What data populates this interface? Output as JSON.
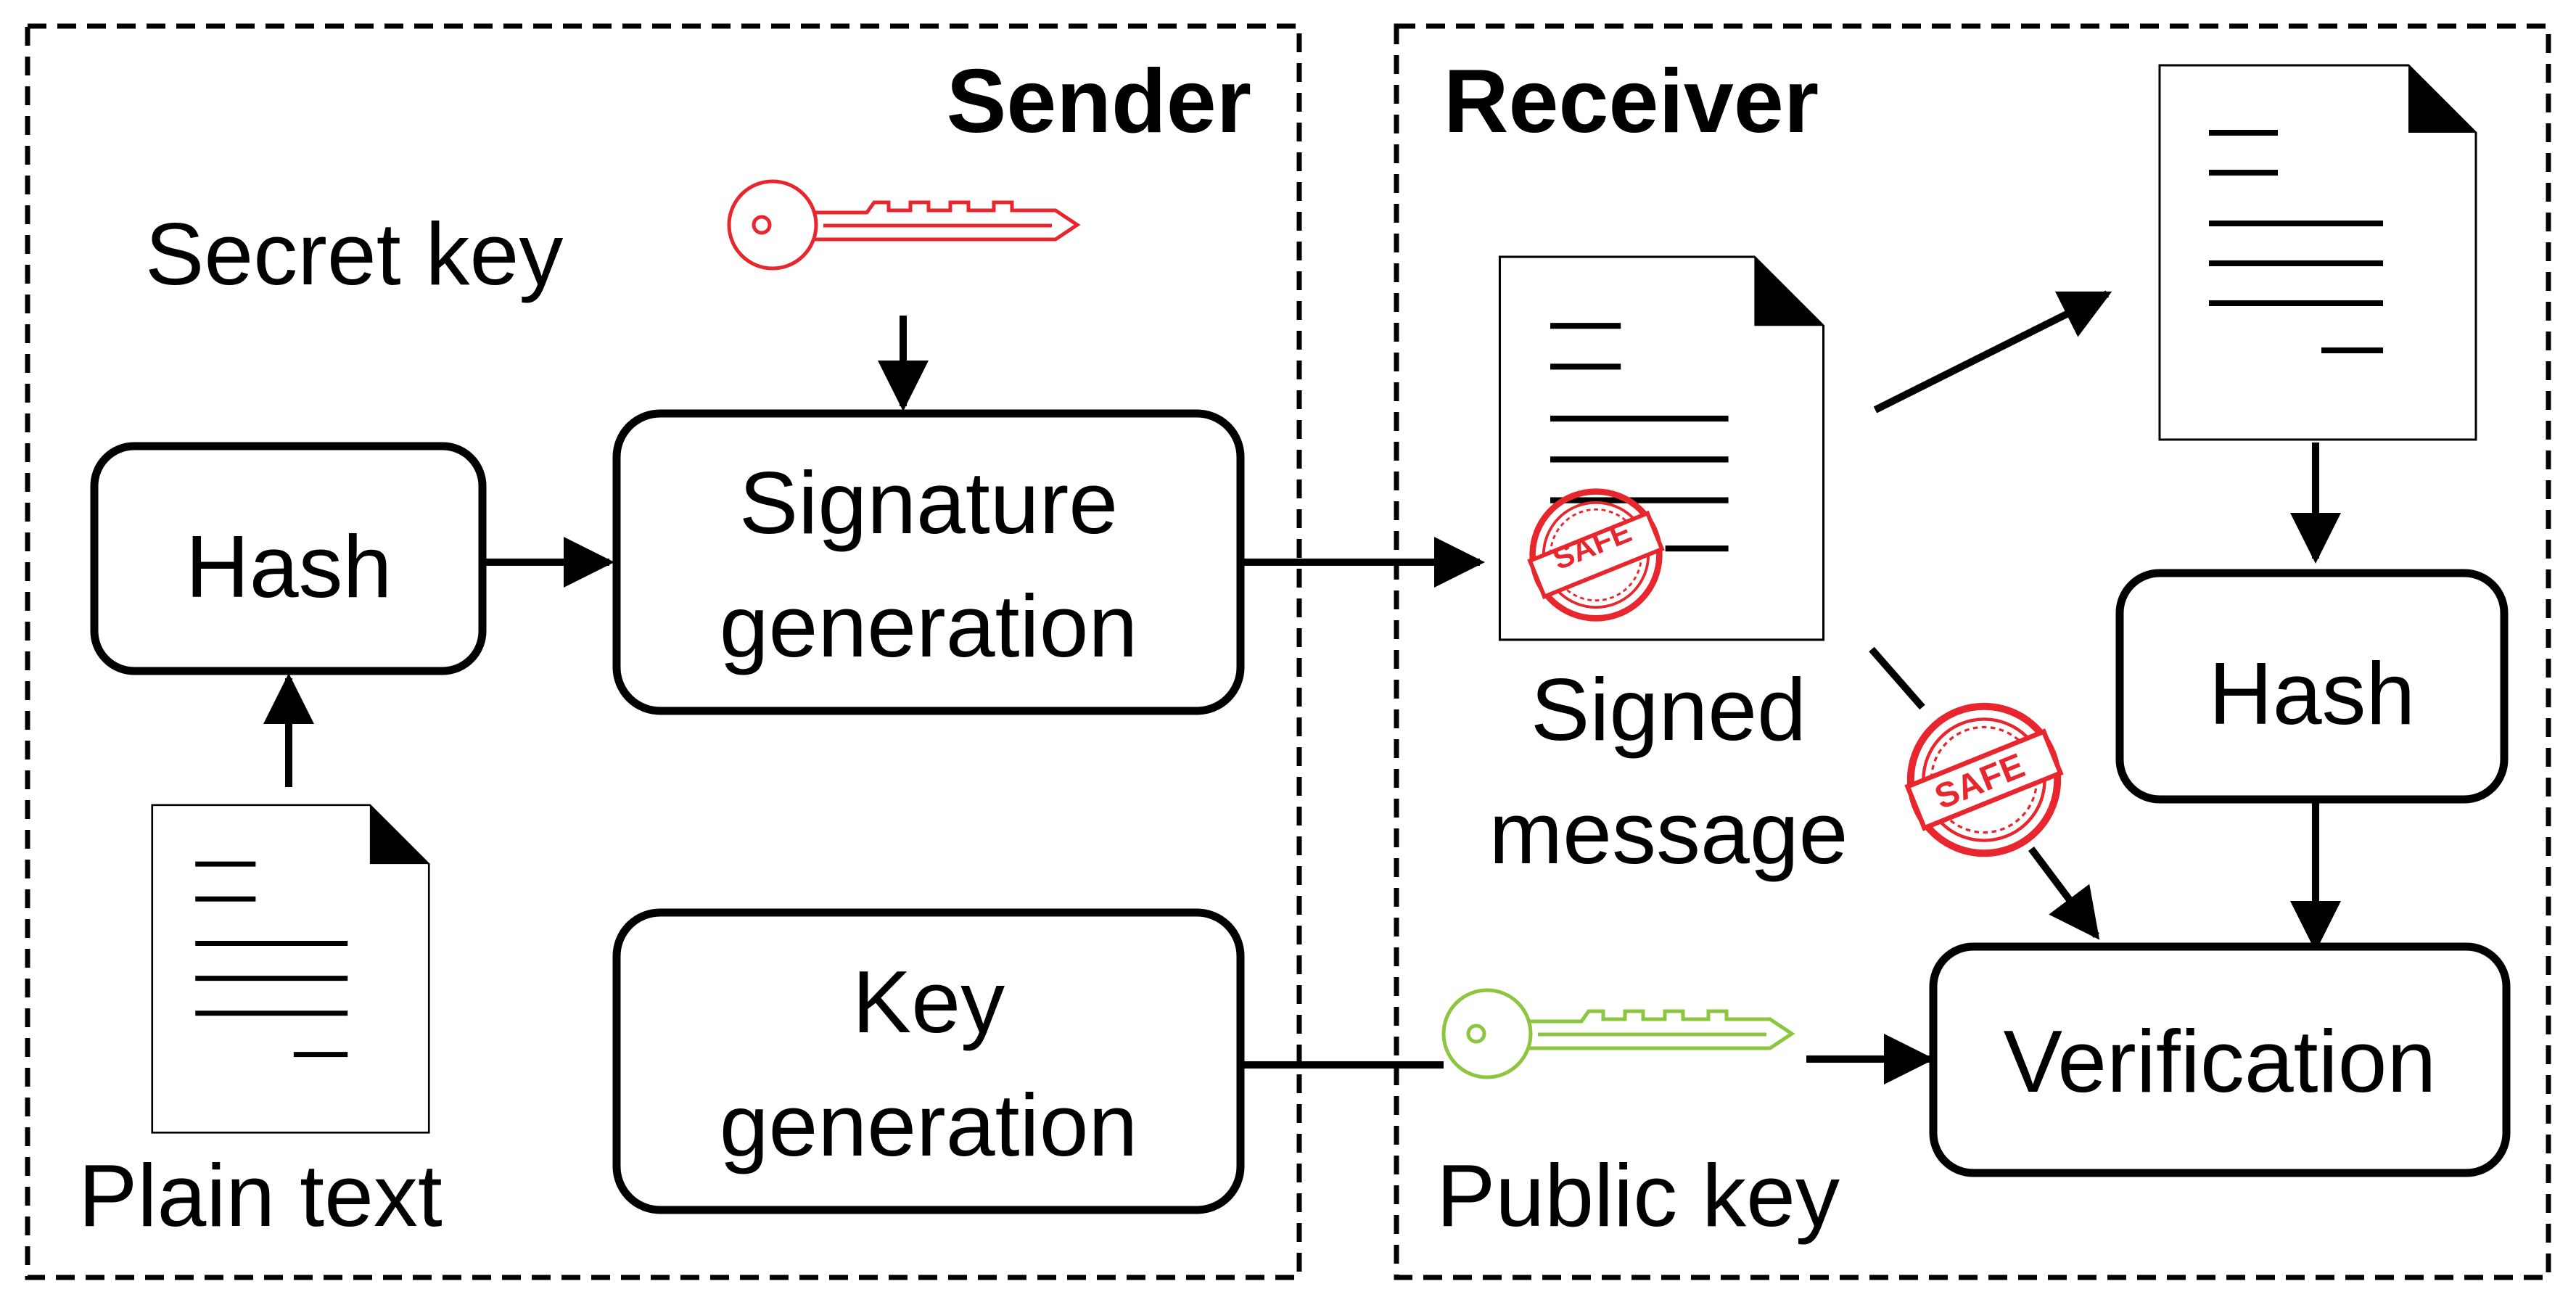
{
  "regions": {
    "sender": "Sender",
    "receiver": "Receiver"
  },
  "labels": {
    "secret_key": "Secret key",
    "plain_text": "Plain text",
    "signed_message_line1": "Signed",
    "signed_message_line2": "message",
    "public_key": "Public key"
  },
  "nodes": {
    "hash_sender": "Hash",
    "signature_generation_line1": "Signature",
    "signature_generation_line2": "generation",
    "key_generation_line1": "Key",
    "key_generation_line2": "generation",
    "hash_receiver": "Hash",
    "verification": "Verification"
  },
  "stamp": {
    "text": "SAFE"
  },
  "icons": {
    "secret_key": "key-icon",
    "public_key": "key-icon",
    "document": "document-icon",
    "stamp": "safe-stamp-icon"
  },
  "colors": {
    "secret_key": "#e8262e",
    "public_key": "#8cc63f",
    "stamp": "#e8262e",
    "stroke": "#000000"
  }
}
